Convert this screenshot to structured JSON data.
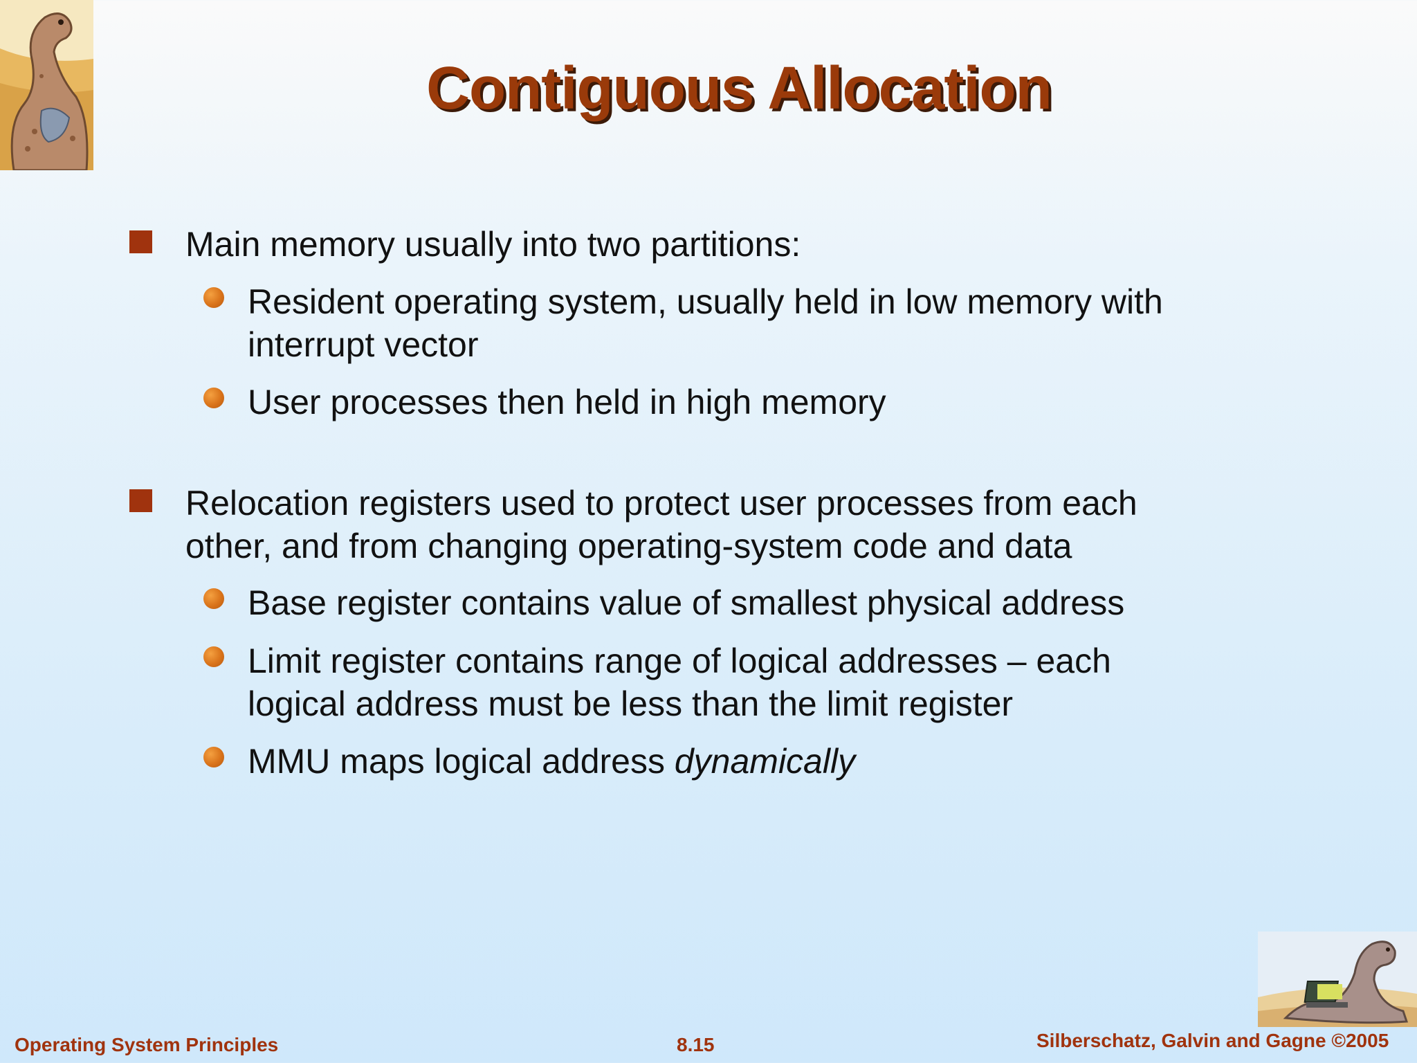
{
  "title": "Contiguous Allocation",
  "bullets": [
    {
      "text": "Main memory usually into two partitions:",
      "sub": [
        {
          "line1": "Resident operating system, usually held in low memory with",
          "line2": "interrupt vector"
        },
        {
          "line1": "User processes then held in high memory"
        }
      ]
    },
    {
      "line1": "Relocation registers used to protect user processes from each",
      "line2": "other, and from changing operating-system code and data",
      "sub": [
        {
          "line1": "Base register contains value of smallest physical address"
        },
        {
          "line1": "Limit register contains range of logical addresses – each",
          "line2": "logical address must be less than the limit register"
        },
        {
          "line1": "MMU maps logical address ",
          "emph": "dynamically"
        }
      ]
    }
  ],
  "footer": {
    "left": "Operating System Principles",
    "center": "8.15",
    "right": "Silberschatz, Galvin and Gagne ©2005"
  },
  "colors": {
    "title": "#9a3a0a",
    "square_bullet": "#a0330e",
    "round_bullet": "#d9731a",
    "footer_text": "#a0330e"
  },
  "icons": {
    "top_left": "dinosaur-reading-icon",
    "bottom_right": "dinosaur-laptop-icon"
  }
}
